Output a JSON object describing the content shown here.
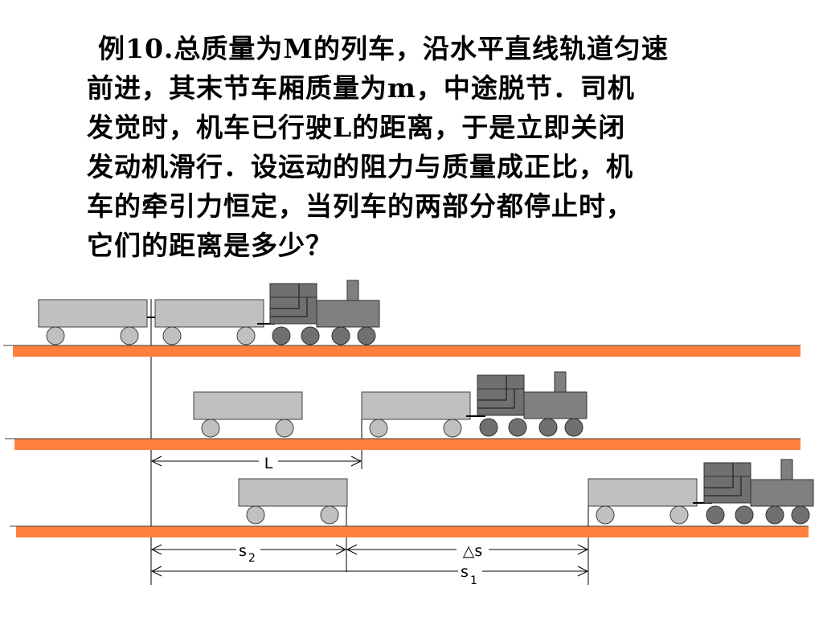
{
  "problem": {
    "lines": [
      "例10.总质量为M的列车，沿水平直线轨道匀速",
      "前进，其末节车厢质量为m，中途脱节．司机",
      "发觉时，机车已行驶L的距离，于是立即关闭",
      "发动机滑行．设运动的阻力与质量成正比，机",
      "车的牵引力恒定，当列车的两部分都停止时，",
      "它们的距离是多少？"
    ]
  },
  "labels": {
    "L": "L",
    "s2": "s",
    "s2_sub": "2",
    "delta_s": "△s",
    "s1": "s",
    "s1_sub": "1"
  },
  "colors": {
    "track": "#ff7f3f",
    "wagon_body": "#c0c0c0",
    "wagon_wheel": "#c0c0c0",
    "engine_body": "#808080",
    "engine_dark": "#606060",
    "engine_wheel": "#707070"
  }
}
